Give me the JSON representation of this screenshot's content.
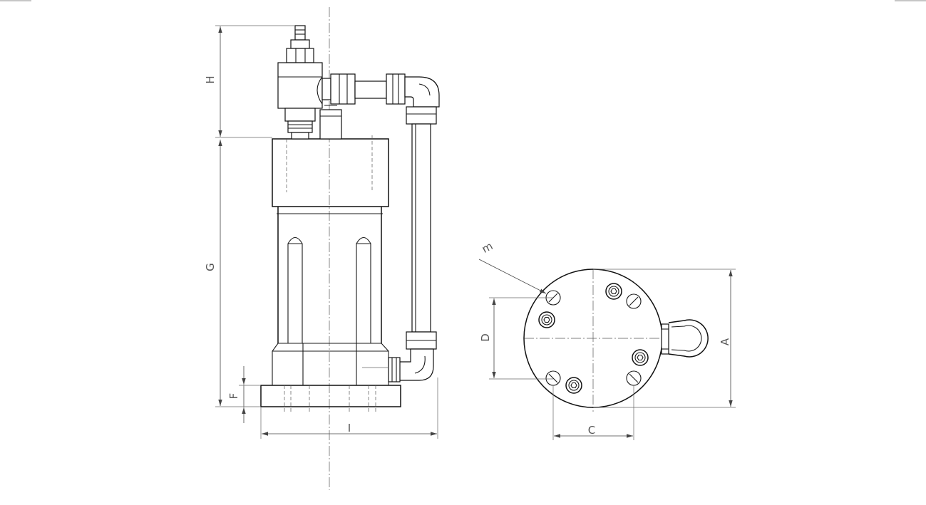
{
  "dimensions": {
    "A": "A",
    "C": "C",
    "D": "D",
    "F": "F",
    "G": "G",
    "H": "H",
    "I": "I",
    "m": "m"
  },
  "colors": {
    "line": "#111111",
    "dimension": "#444444",
    "background": "#ffffff"
  }
}
